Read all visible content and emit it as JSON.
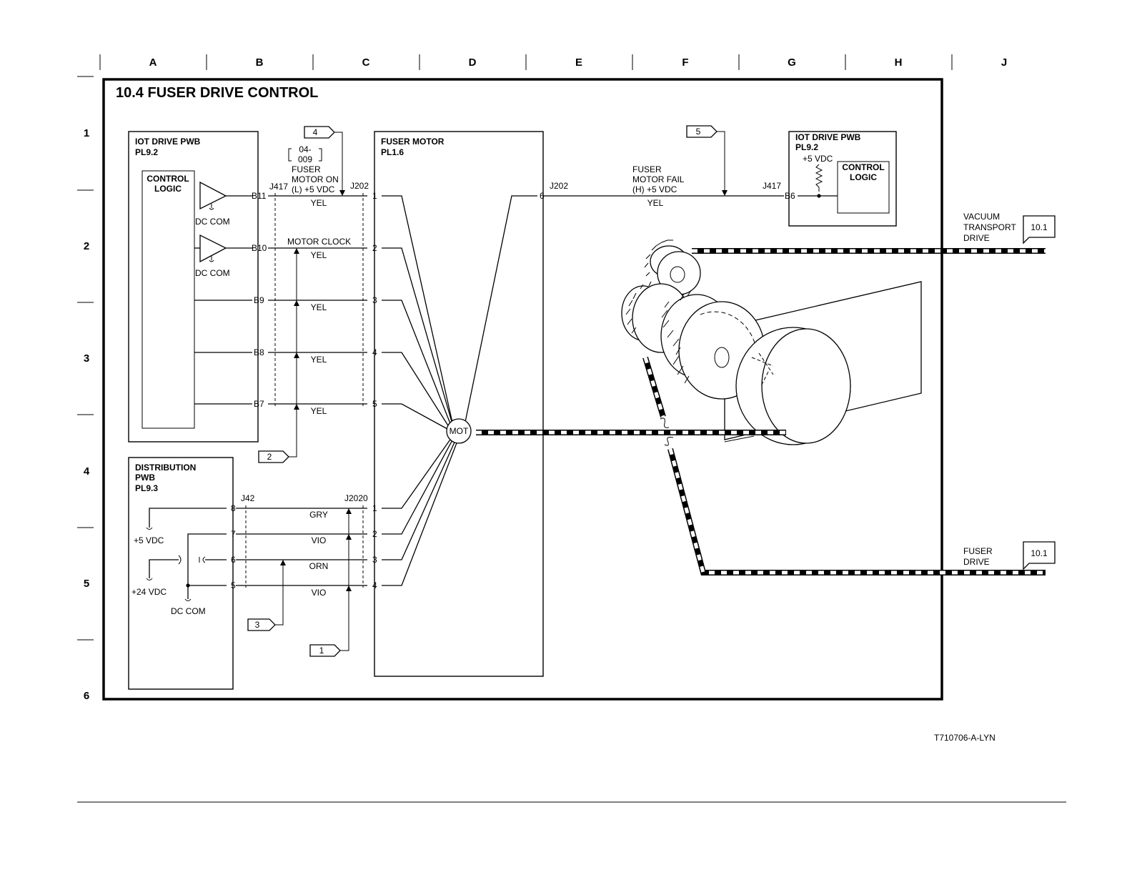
{
  "title": "10.4 FUSER DRIVE CONTROL",
  "drawing_id": "T710706-A-LYN",
  "grid": {
    "columns": [
      "A",
      "B",
      "C",
      "D",
      "E",
      "F",
      "G",
      "H",
      "J"
    ],
    "rows": [
      "1",
      "2",
      "3",
      "4",
      "5",
      "6"
    ]
  },
  "iot_drive_pwb_left": {
    "name": "IOT DRIVE PWB",
    "ref": "PL9.2",
    "logic_line1": "CONTROL",
    "logic_line2": "LOGIC",
    "dc_com": "DC COM",
    "connector": "J417",
    "pins": [
      "B11",
      "B10",
      "B9",
      "B8",
      "B7"
    ]
  },
  "signals": {
    "fuser_motor_on_line1": "FUSER",
    "fuser_motor_on_line2": "MOTOR ON",
    "fuser_motor_on_line3": "(L) +5 VDC",
    "bsd_ref_line1": "04-",
    "bsd_ref_line2": "009",
    "motor_clock": "MOTOR CLOCK",
    "motor_fail_line1": "FUSER",
    "motor_fail_line2": "MOTOR FAIL",
    "motor_fail_line3": "(H) +5 VDC"
  },
  "wire_colors": {
    "yel": "YEL",
    "gry": "GRY",
    "vio": "VIO",
    "orn": "ORN"
  },
  "fuser_motor": {
    "name": "FUSER MOTOR",
    "ref": "PL1.6",
    "connector": "J202",
    "motor_label": "MOT",
    "pins_upper": [
      "1",
      "2",
      "3",
      "4",
      "5"
    ],
    "pin_fail": "6",
    "connector_lower": "J2020",
    "pins_lower": [
      "1",
      "2",
      "3",
      "4"
    ]
  },
  "distribution_pwb": {
    "name_line1": "DISTRIBUTION",
    "name_line2": "PWB",
    "ref": "PL9.3",
    "connector": "J42",
    "pins": [
      "8",
      "7",
      "6",
      "5"
    ],
    "v5": "+5 VDC",
    "v24": "+24 VDC",
    "dc_com": "DC COM"
  },
  "iot_drive_pwb_right": {
    "name": "IOT DRIVE PWB",
    "ref": "PL9.2",
    "voltage": "+5 VDC",
    "logic_line1": "CONTROL",
    "logic_line2": "LOGIC",
    "connector": "J417",
    "pin": "B6"
  },
  "flags": [
    "1",
    "2",
    "3",
    "4",
    "5"
  ],
  "mech_outputs": {
    "vacuum_line1": "VACUUM",
    "vacuum_line2": "TRANSPORT",
    "vacuum_line3": "DRIVE",
    "vacuum_ref": "10.1",
    "fuser_line1": "FUSER",
    "fuser_line2": "DRIVE",
    "fuser_ref": "10.1"
  }
}
